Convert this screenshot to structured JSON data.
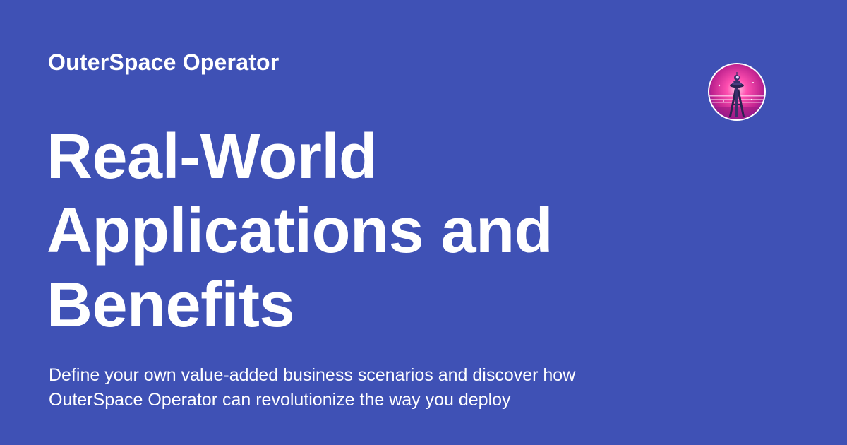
{
  "site": {
    "name": "OuterSpace Operator"
  },
  "page": {
    "title": "Real-World Applications and Benefits",
    "description": "Define your own value-added business scenarios and discover how OuterSpace Operator can revolutionize the way you deploy"
  },
  "logo": {
    "icon": "space-needle-tower-logo",
    "colors": {
      "background_center": "#ff4fb0",
      "background_edge": "#7a1a9e",
      "tower": "#2a2250",
      "border": "#ffffff"
    }
  },
  "colors": {
    "background": "#3f51b5",
    "text": "#ffffff"
  }
}
